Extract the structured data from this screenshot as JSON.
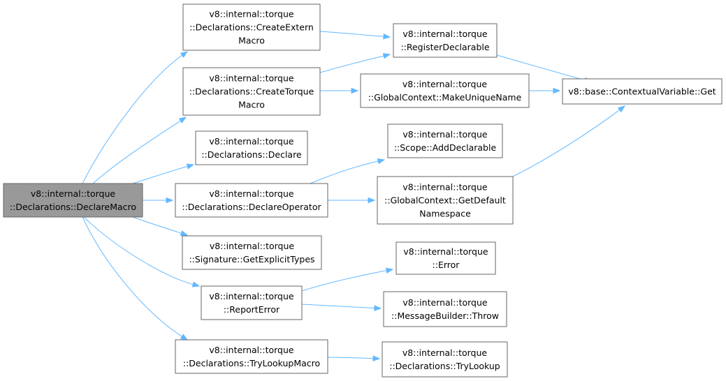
{
  "graph": {
    "colors": {
      "edge": "#63b8ff",
      "root_fill": "#999999",
      "node_border": "#666666",
      "node_fill": "#ffffff"
    },
    "nodes": [
      {
        "id": "declare-macro",
        "root": true,
        "lines": [
          "v8::internal::torque",
          "::Declarations::DeclareMacro"
        ]
      },
      {
        "id": "create-extern-macro",
        "lines": [
          "v8::internal::torque",
          "::Declarations::CreateExtern",
          "Macro"
        ]
      },
      {
        "id": "create-torque-macro",
        "lines": [
          "v8::internal::torque",
          "::Declarations::CreateTorque",
          "Macro"
        ]
      },
      {
        "id": "declare",
        "lines": [
          "v8::internal::torque",
          "::Declarations::Declare"
        ]
      },
      {
        "id": "declare-operator",
        "lines": [
          "v8::internal::torque",
          "::Declarations::DeclareOperator"
        ]
      },
      {
        "id": "get-explicit-types",
        "lines": [
          "v8::internal::torque",
          "::Signature::GetExplicitTypes"
        ]
      },
      {
        "id": "report-error",
        "lines": [
          "v8::internal::torque",
          "::ReportError"
        ]
      },
      {
        "id": "try-lookup-macro",
        "lines": [
          "v8::internal::torque",
          "::Declarations::TryLookupMacro"
        ]
      },
      {
        "id": "register-declarable",
        "lines": [
          "v8::internal::torque",
          "::RegisterDeclarable"
        ]
      },
      {
        "id": "make-unique-name",
        "lines": [
          "v8::internal::torque",
          "::GlobalContext::MakeUniqueName"
        ]
      },
      {
        "id": "contextual-variable-get",
        "lines": [
          "v8::base::ContextualVariable::Get"
        ]
      },
      {
        "id": "add-declarable",
        "lines": [
          "v8::internal::torque",
          "::Scope::AddDeclarable"
        ]
      },
      {
        "id": "get-default-namespace",
        "lines": [
          "v8::internal::torque",
          "::GlobalContext::GetDefault",
          "Namespace"
        ]
      },
      {
        "id": "error",
        "lines": [
          "v8::internal::torque",
          "::Error"
        ]
      },
      {
        "id": "message-builder-throw",
        "lines": [
          "v8::internal::torque",
          "::MessageBuilder::Throw"
        ]
      },
      {
        "id": "try-lookup",
        "lines": [
          "v8::internal::torque",
          "::Declarations::TryLookup"
        ]
      }
    ],
    "edges": [
      {
        "from": "declare-macro",
        "to": "create-extern-macro"
      },
      {
        "from": "declare-macro",
        "to": "create-torque-macro"
      },
      {
        "from": "declare-macro",
        "to": "declare"
      },
      {
        "from": "declare-macro",
        "to": "declare-operator"
      },
      {
        "from": "declare-macro",
        "to": "get-explicit-types"
      },
      {
        "from": "declare-macro",
        "to": "report-error"
      },
      {
        "from": "declare-macro",
        "to": "try-lookup-macro"
      },
      {
        "from": "create-extern-macro",
        "to": "register-declarable"
      },
      {
        "from": "create-torque-macro",
        "to": "register-declarable"
      },
      {
        "from": "create-torque-macro",
        "to": "make-unique-name"
      },
      {
        "from": "register-declarable",
        "to": "contextual-variable-get"
      },
      {
        "from": "make-unique-name",
        "to": "contextual-variable-get"
      },
      {
        "from": "declare-operator",
        "to": "add-declarable"
      },
      {
        "from": "declare-operator",
        "to": "get-default-namespace"
      },
      {
        "from": "get-default-namespace",
        "to": "contextual-variable-get"
      },
      {
        "from": "report-error",
        "to": "error"
      },
      {
        "from": "report-error",
        "to": "message-builder-throw"
      },
      {
        "from": "try-lookup-macro",
        "to": "try-lookup"
      }
    ]
  }
}
